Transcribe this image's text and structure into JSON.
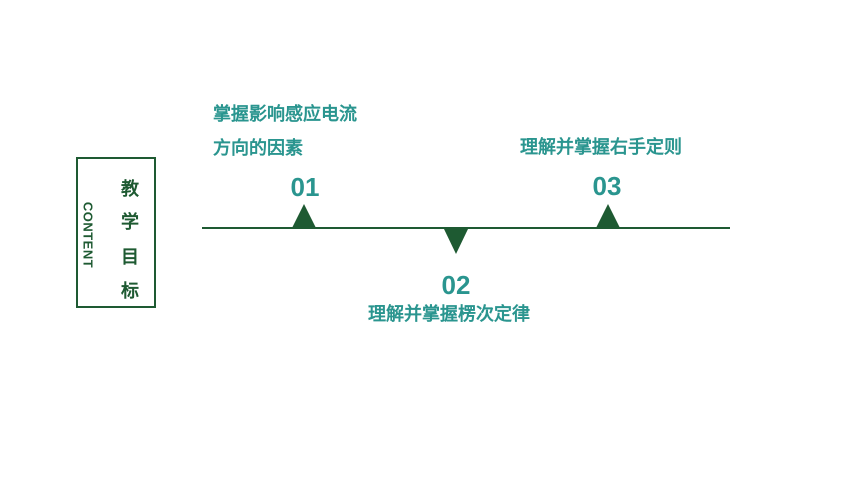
{
  "sidebar": {
    "content_label": "CONTENT",
    "title_chars": [
      "教",
      "学",
      "目",
      "标"
    ]
  },
  "timeline": {
    "items": [
      {
        "number": "01",
        "lines": [
          "掌握影响感应电流",
          "方向的因素"
        ]
      },
      {
        "number": "02",
        "lines": [
          "理解并掌握楞次定律"
        ]
      },
      {
        "number": "03",
        "lines": [
          "理解并掌握右手定则"
        ]
      }
    ]
  },
  "colors": {
    "dark_green": "#1e5a32",
    "teal": "#2a958f"
  }
}
